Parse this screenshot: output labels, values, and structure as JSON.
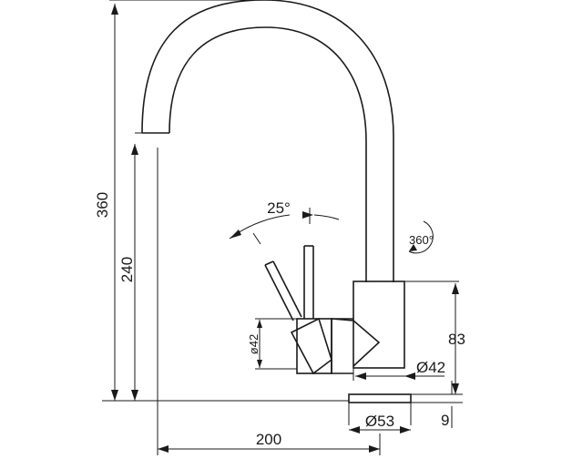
{
  "dimensions": {
    "overall_height": "360",
    "spout_height": "240",
    "spout_reach": "200",
    "lever_angle": "25°",
    "rotation": "360°",
    "handle_diameter": "ø42",
    "body_diameter": "Ø42",
    "body_height": "83",
    "base_diameter": "Ø53",
    "base_thickness": "9"
  }
}
